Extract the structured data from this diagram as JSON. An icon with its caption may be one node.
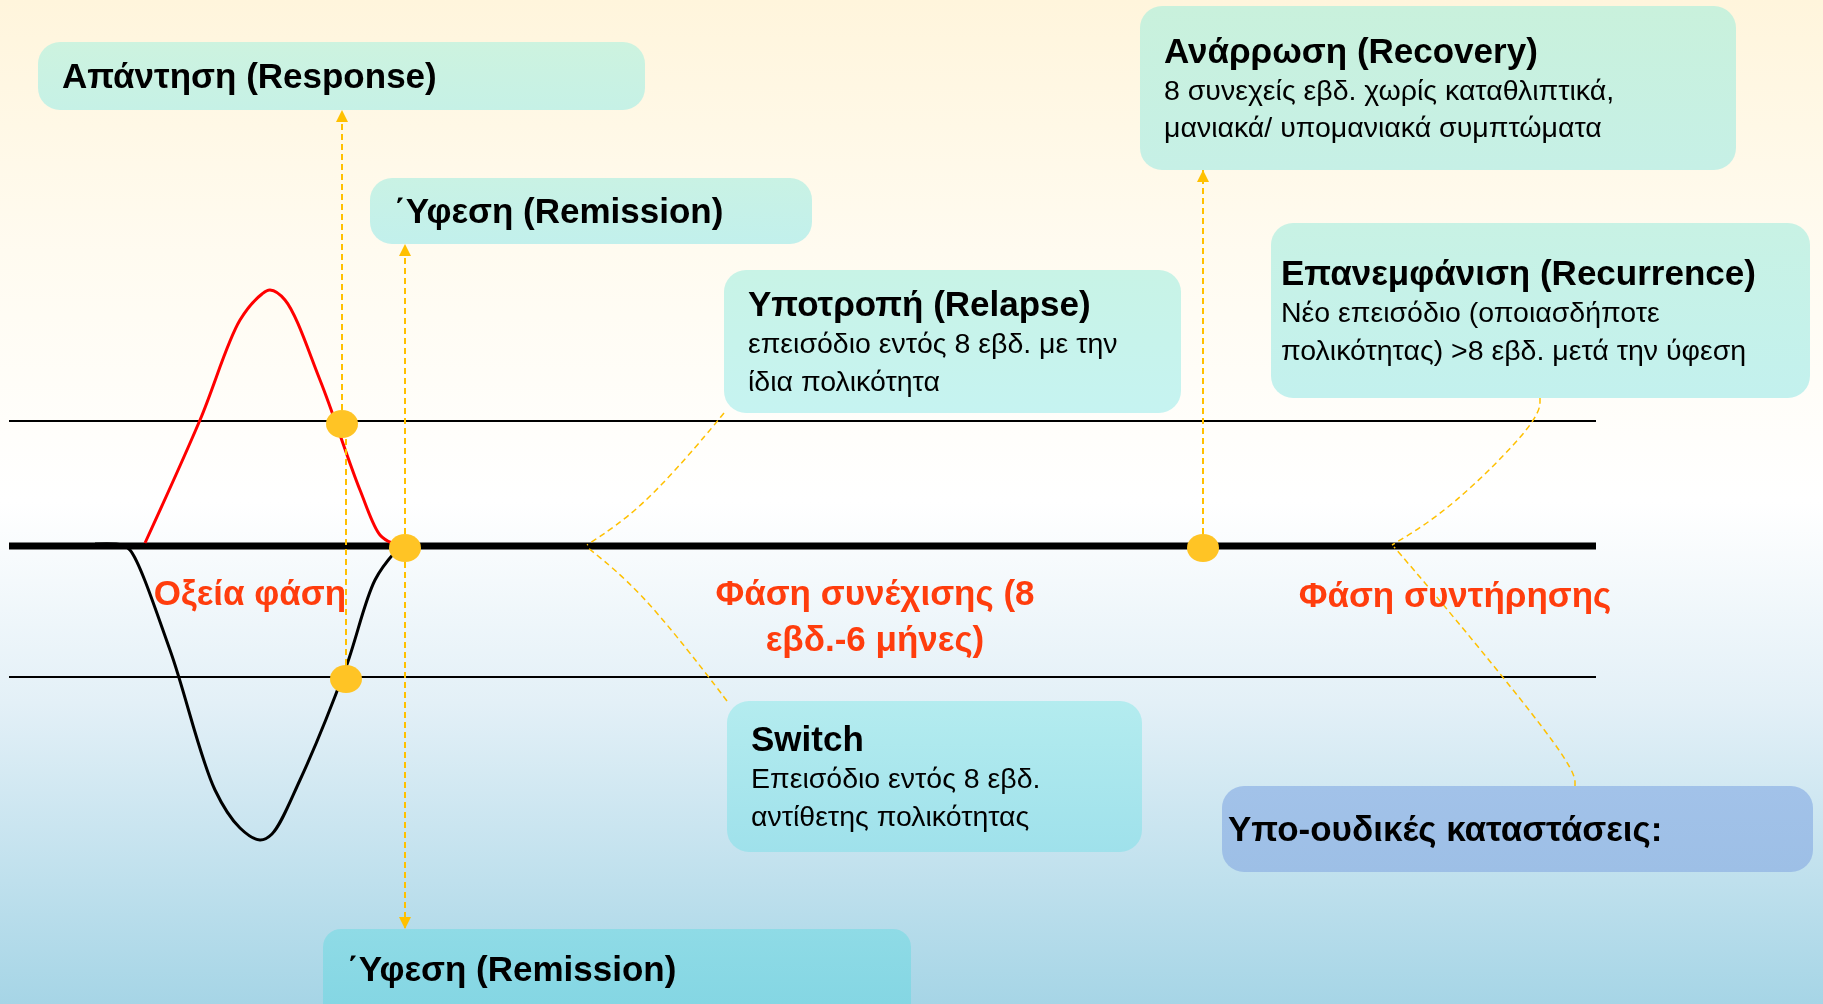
{
  "diagram": {
    "nodes": [
      {
        "text": [
          "Απάντηση (Response)"
        ]
      },
      {
        "text": [
          "΄Υφεση (Remission)"
        ]
      },
      {
        "text": [
          "Υποτροπή (Relapse)",
          "επεισόδιο εντός 8 εβδ. με την ίδια πολικότητα"
        ]
      },
      {
        "text": [
          "Ανάρρωση (Recovery)",
          "8 συνεχείς εβδ. χωρίς καταθλιπτικά, μανιακά/ υπομανιακά συμπτώματα"
        ]
      },
      {
        "text": [
          "Επανεμφάνιση (Recurrence)",
          "Νέο επεισόδιο (οποιασδήποτε πολικότητας) >8 εβδ. μετά την ύφεση"
        ]
      },
      {
        "text": [
          "Switch",
          "Επεισόδιο εντός 8 εβδ. αντίθετης πολικότητας"
        ]
      },
      {
        "text": [
          "Υπο-ουδικές καταστάσεις:"
        ]
      },
      {
        "text": [
          "΄Υφεση (Remission)"
        ]
      },
      {
        "text": [],
        "shape": "circle"
      },
      {
        "text": [],
        "shape": "circle"
      },
      {
        "text": [],
        "shape": "circle"
      },
      {
        "text": [],
        "shape": "circle"
      }
    ],
    "edges": [
      {
        "from": 10,
        "to": 8,
        "arrow": "none",
        "style": "dashed"
      },
      {
        "from": 8,
        "to": 0,
        "arrow": "to",
        "style": "dashed"
      },
      {
        "from": 9,
        "to": 1,
        "arrow": "to",
        "style": "dashed"
      },
      {
        "from": 9,
        "to": 7,
        "arrow": "to",
        "style": "dashed"
      },
      {
        "from": 11,
        "to": 3,
        "arrow": "to",
        "style": "dashed"
      },
      {
        "from": 2,
        "to": null,
        "arrow": "none",
        "style": "dashed"
      },
      {
        "from": 5,
        "to": null,
        "arrow": "none",
        "style": "dashed"
      },
      {
        "from": 4,
        "to": null,
        "arrow": "none",
        "style": "dashed"
      },
      {
        "from": 6,
        "to": null,
        "arrow": "none",
        "style": "dashed"
      }
    ],
    "labels": [
      "Οξεία φάση",
      "Φάση συνέχισης (8 εβδ.-6 μήνες)",
      "Φάση συντήρησης"
    ]
  }
}
